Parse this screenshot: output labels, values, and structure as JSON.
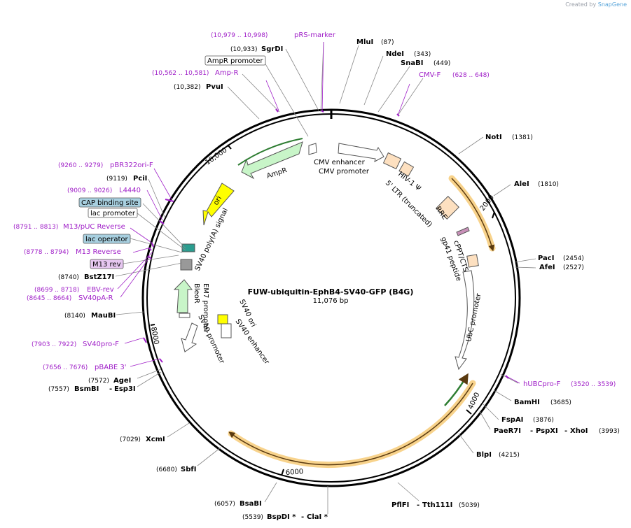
{
  "credit": {
    "prefix": "Created by",
    "brand": "SnapGene"
  },
  "title": "FUW-ubiquitin-EphB4-SV40-GFP (B4G)",
  "size_label": "11,076 bp",
  "total_bp": 11076,
  "colors": {
    "primer": "#a020c8",
    "site": "#000000",
    "feature_outline": "#555555",
    "orf_highlight": "#f5a623",
    "orf_arrow": "#5a3a10"
  },
  "scale_ticks": [
    {
      "bp": 2000,
      "label": "2000"
    },
    {
      "bp": 4000,
      "label": "4000"
    },
    {
      "bp": 6000,
      "label": "6000"
    },
    {
      "bp": 8000,
      "label": "8000"
    },
    {
      "bp": 10000,
      "label": "10,000"
    }
  ],
  "sites": [
    {
      "id": "mlui",
      "name": "MluI",
      "pos": "(87)"
    },
    {
      "id": "ndei",
      "name": "NdeI",
      "pos": "(343)"
    },
    {
      "id": "snabi",
      "name": "SnaBI",
      "pos": "(449)"
    },
    {
      "id": "noti",
      "name": "NotI",
      "pos": "(1381)"
    },
    {
      "id": "alei",
      "name": "AleI",
      "pos": "(1810)"
    },
    {
      "id": "paci",
      "name": "PacI",
      "pos": "(2454)"
    },
    {
      "id": "afei",
      "name": "AfeI",
      "pos": "(2527)"
    },
    {
      "id": "bamhi",
      "name": "BamHI",
      "pos": "(3685)"
    },
    {
      "id": "fspai",
      "name": "FspAI",
      "pos": "(3876)"
    },
    {
      "id": "paer7i",
      "name": "PaeR7I",
      "name2": "PspXI",
      "name3": "XhoI",
      "pos": "(3993)"
    },
    {
      "id": "blpi",
      "name": "BlpI",
      "pos": "(4215)"
    },
    {
      "id": "pflfi",
      "name": "PflFI",
      "name2": "Tth111I",
      "pos": "(5039)"
    },
    {
      "id": "bspdi",
      "name": "BspDI *",
      "name2": "ClaI *",
      "pos": "(5539)"
    },
    {
      "id": "bsabi",
      "name": "BsaBI",
      "pos": "(6057)"
    },
    {
      "id": "sbfi",
      "name": "SbfI",
      "pos": "(6680)"
    },
    {
      "id": "xcmi",
      "name": "XcmI",
      "pos": "(7029)"
    },
    {
      "id": "agei",
      "name": "AgeI",
      "pos": "(7572)"
    },
    {
      "id": "bsmbi",
      "name": "BsmBI",
      "name2": "Esp3I",
      "pos": "(7557)"
    },
    {
      "id": "maubi",
      "name": "MauBI",
      "pos": "(8140)"
    },
    {
      "id": "bstz17i",
      "name": "BstZ17I",
      "pos": "(8740)"
    },
    {
      "id": "pcii",
      "name": "PciI",
      "pos": "(9119)"
    },
    {
      "id": "pvui",
      "name": "PvuI",
      "pos": "(10,382)"
    },
    {
      "id": "sgrdi",
      "name": "SgrDI",
      "pos": "(10,933)"
    }
  ],
  "primers": [
    {
      "id": "prs",
      "name": "pRS-marker",
      "range": "(10,979 .. 10,998)"
    },
    {
      "id": "ampr",
      "name": "Amp-R",
      "range": "(10,562 .. 10,581)"
    },
    {
      "id": "cmvf",
      "name": "CMV-F",
      "range": "(628 .. 648)"
    },
    {
      "id": "pbr322",
      "name": "pBR322ori-F",
      "range": "(9260 .. 9279)"
    },
    {
      "id": "l4440",
      "name": "L4440",
      "range": "(9009 .. 9026)"
    },
    {
      "id": "m13puc",
      "name": "M13/pUC Reverse",
      "range": "(8791 .. 8813)"
    },
    {
      "id": "m13rev",
      "name": "M13 Reverse",
      "range": "(8778 .. 8794)"
    },
    {
      "id": "ebv",
      "name": "EBV-rev",
      "range": "(8699 .. 8718)"
    },
    {
      "id": "sv40pa",
      "name": "SV40pA-R",
      "range": "(8645 .. 8664)"
    },
    {
      "id": "sv40pro",
      "name": "SV40pro-F",
      "range": "(7903 .. 7922)"
    },
    {
      "id": "pbabe",
      "name": "pBABE 3'",
      "range": "(7656 .. 7676)"
    },
    {
      "id": "hubc",
      "name": "hUBCpro-F",
      "range": "(3520 .. 3539)"
    }
  ],
  "boxed_labels": [
    {
      "id": "amprpromoter",
      "label": "AmpR promoter"
    },
    {
      "id": "cap",
      "label": "CAP binding site"
    },
    {
      "id": "lacpromoter",
      "label": "lac promoter"
    },
    {
      "id": "lacoperator",
      "label": "lac operator"
    },
    {
      "id": "m13revbox",
      "label": "M13 rev"
    }
  ],
  "features": [
    {
      "id": "ampr-cds",
      "label": "AmpR"
    },
    {
      "id": "ori",
      "label": "ori"
    },
    {
      "id": "sv40polya",
      "label": "SV40 poly(A) signal"
    },
    {
      "id": "cmv-enh",
      "label": "CMV enhancer"
    },
    {
      "id": "cmv-pro",
      "label": "CMV promoter"
    },
    {
      "id": "hiv1",
      "label": "HIV-1 Ψ"
    },
    {
      "id": "ltr",
      "label": "5' LTR (truncated)"
    },
    {
      "id": "rre",
      "label": "RRE"
    },
    {
      "id": "gp41",
      "label": "gp41 peptide"
    },
    {
      "id": "cppt",
      "label": "cPPT/CTS"
    },
    {
      "id": "ubc",
      "label": "UbC promoter"
    },
    {
      "id": "bleor",
      "label": "BleoR"
    },
    {
      "id": "em7",
      "label": "EM7 promoter"
    },
    {
      "id": "sv40pro-feat",
      "label": "SV40 promoter"
    },
    {
      "id": "sv40ori",
      "label": "SV40 ori"
    },
    {
      "id": "sv40enh",
      "label": "SV40 enhancer"
    }
  ]
}
